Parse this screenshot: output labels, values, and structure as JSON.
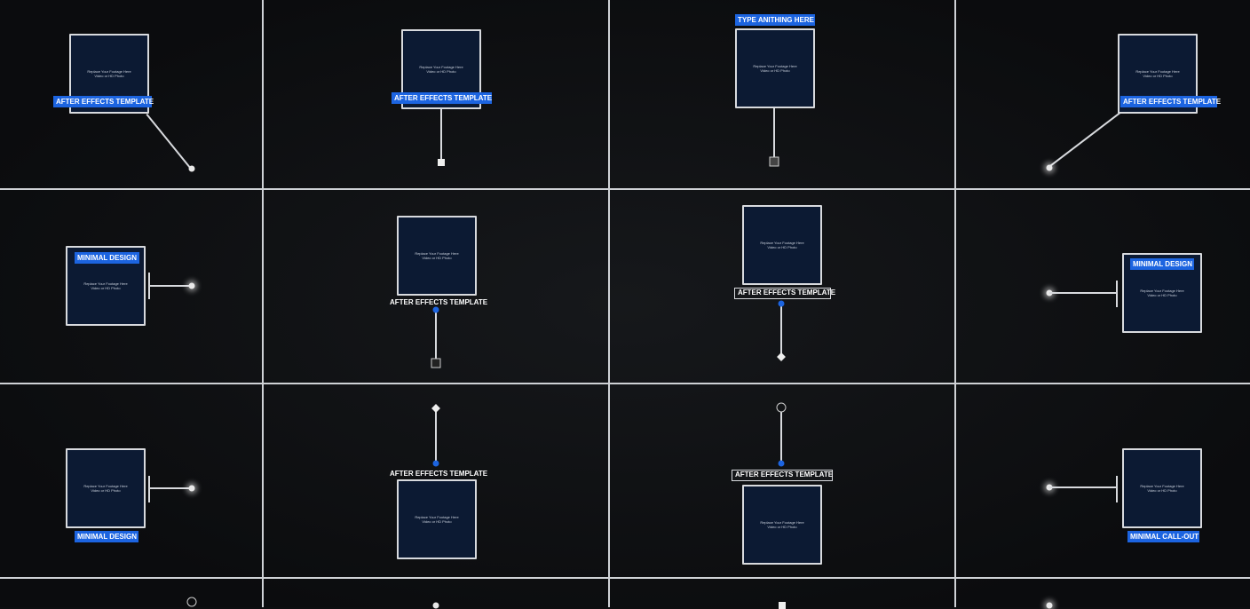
{
  "placeholder": {
    "line1": "Replace Your Footage Here",
    "line2": "Video or HD Photo"
  },
  "labels": {
    "ae": "AFTER EFFECTS TEMPLATE",
    "type": "TYPE ANITHING HERE",
    "minimal": "MINIMAL DESIGN",
    "callout": "MINIMAL CALL-OUT"
  },
  "colors": {
    "accent": "#1c64e0",
    "frame": "#d8dade",
    "fill": "#0c1a33"
  }
}
